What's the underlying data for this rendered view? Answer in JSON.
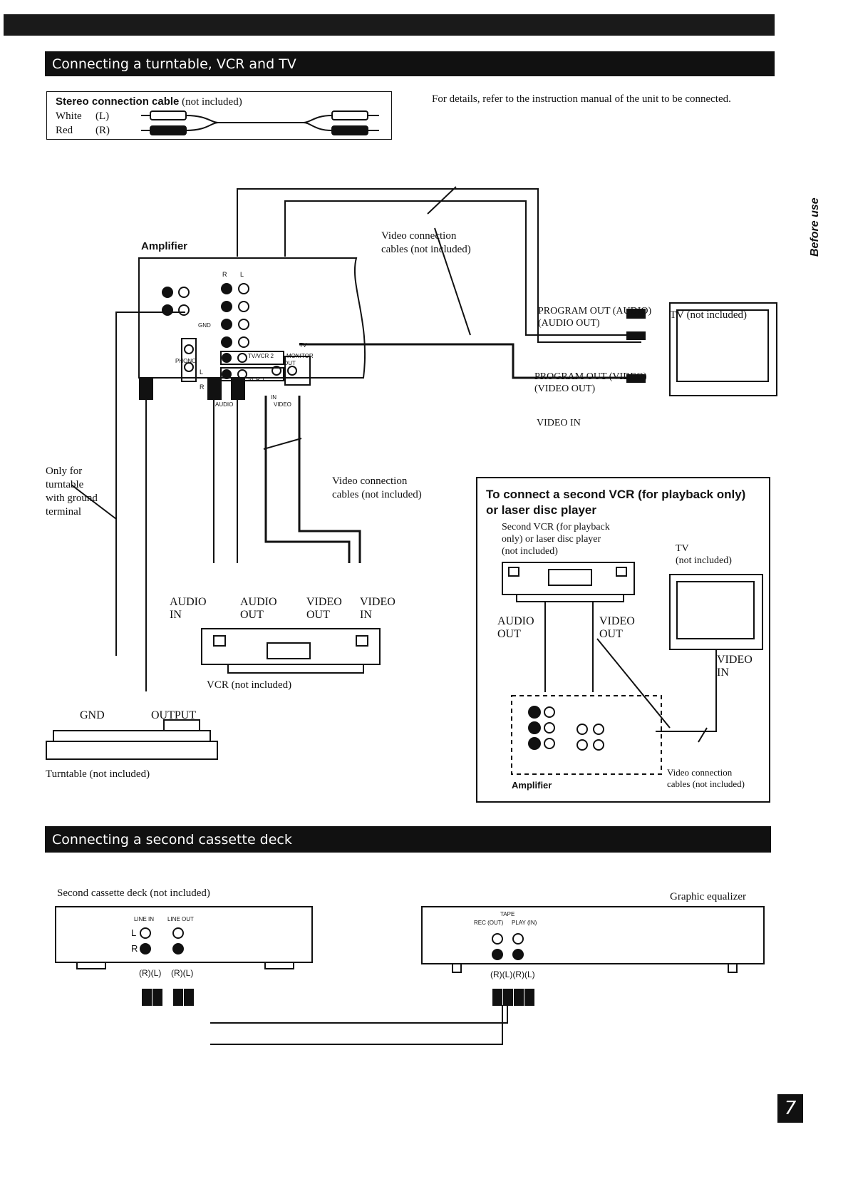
{
  "section1": {
    "title": "Connecting a turntable, VCR and TV"
  },
  "cable_legend": {
    "title": "Stereo connection cable",
    "title_suffix": "(not included)",
    "row1_color": "White",
    "row1_channel": "(L)",
    "row2_color": "Red",
    "row2_channel": "(R)"
  },
  "intro_text": "For details, refer to the instruction manual of the unit to be connected.",
  "side_tab": "Before use",
  "main_diagram": {
    "amplifier": "Amplifier",
    "video_cables_top": [
      "Video connection",
      "cables (not included)"
    ],
    "program_out_audio": [
      "PROGRAM OUT (AUDIO)",
      "(AUDIO OUT)"
    ],
    "tv": "TV (not included)",
    "program_out_video": [
      "PROGRAM OUT (VIDEO)",
      "(VIDEO OUT)"
    ],
    "video_in": "VIDEO IN",
    "only_for": [
      "Only for",
      "turntable",
      "with ground",
      "terminal"
    ],
    "video_cables_mid": [
      "Video connection",
      "cables (not included)"
    ],
    "audio_in": [
      "AUDIO",
      "IN"
    ],
    "audio_out": [
      "AUDIO",
      "OUT"
    ],
    "video_out": [
      "VIDEO",
      "OUT"
    ],
    "video_in_vcr": [
      "VIDEO",
      "IN"
    ],
    "vcr": "VCR (not included)",
    "gnd": "GND",
    "output": "OUTPUT",
    "turntable": "Turntable (not included)",
    "panel": {
      "r": "R",
      "l": "L",
      "gnd": "GND",
      "phono": "PHONO",
      "tv": "TV",
      "tvvcr2": "TV/VCR 2",
      "monitor": "MONITOR",
      "out": "OUT",
      "in": "IN",
      "vcr1": "VCR 1",
      "audio": "AUDIO",
      "video": "VIDEO",
      "ch_l": "L",
      "ch_r": "R"
    }
  },
  "inset": {
    "title": [
      "To connect a second VCR (for playback only)",
      "or laser disc player"
    ],
    "second_vcr": [
      "Second VCR (for playback",
      "only) or laser disc player",
      "(not included)"
    ],
    "tv": [
      "TV",
      "(not included)"
    ],
    "audio_out": [
      "AUDIO",
      "OUT"
    ],
    "video_out": [
      "VIDEO",
      "OUT"
    ],
    "video_in": [
      "VIDEO",
      "IN"
    ],
    "amplifier": "Amplifier",
    "video_cables": [
      "Video connection",
      "cables (not included)"
    ]
  },
  "section2": {
    "title": "Connecting a second cassette deck"
  },
  "cassette": {
    "deck_label": "Second cassette deck (not included)",
    "line_in": "LINE IN",
    "line_out": "LINE OUT",
    "l": "L",
    "r": "R",
    "plugs_a": "(R)(L)",
    "plugs_b": "(R)(L)",
    "eq_label": "Graphic equalizer",
    "tape": "TAPE",
    "rec_out": "REC (OUT)",
    "play_in": "PLAY (IN)",
    "eq_plugs": "(R)(L)(R)(L)"
  },
  "page_number": "7"
}
